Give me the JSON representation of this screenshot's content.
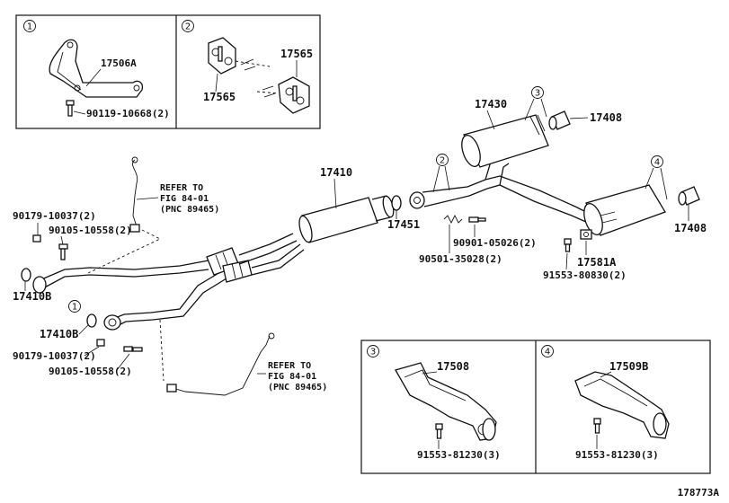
{
  "diagram_id": "178773A",
  "callouts": {
    "c1": "1",
    "c2": "2",
    "c3": "3",
    "c4": "4"
  },
  "parts": {
    "p17506A": "17506A",
    "p90119": "90119-10668(2)",
    "p17565": "17565",
    "p17410": "17410",
    "p17430": "17430",
    "p17408": "17408",
    "p17451": "17451",
    "p90901": "90901-05026(2)",
    "p90501": "90501-35028(2)",
    "p17581A": "17581A",
    "p91553_80830": "91553-80830(2)",
    "p90179": "90179-10037(2)",
    "p90105": "90105-10558(2)",
    "p17410B": "17410B",
    "p17508": "17508",
    "p17509B": "17509B",
    "p91553_81230": "91553-81230(3)"
  },
  "refer": {
    "line1": "REFER TO",
    "line2": "FIG 84-01",
    "line3": "(PNC 89465)"
  }
}
